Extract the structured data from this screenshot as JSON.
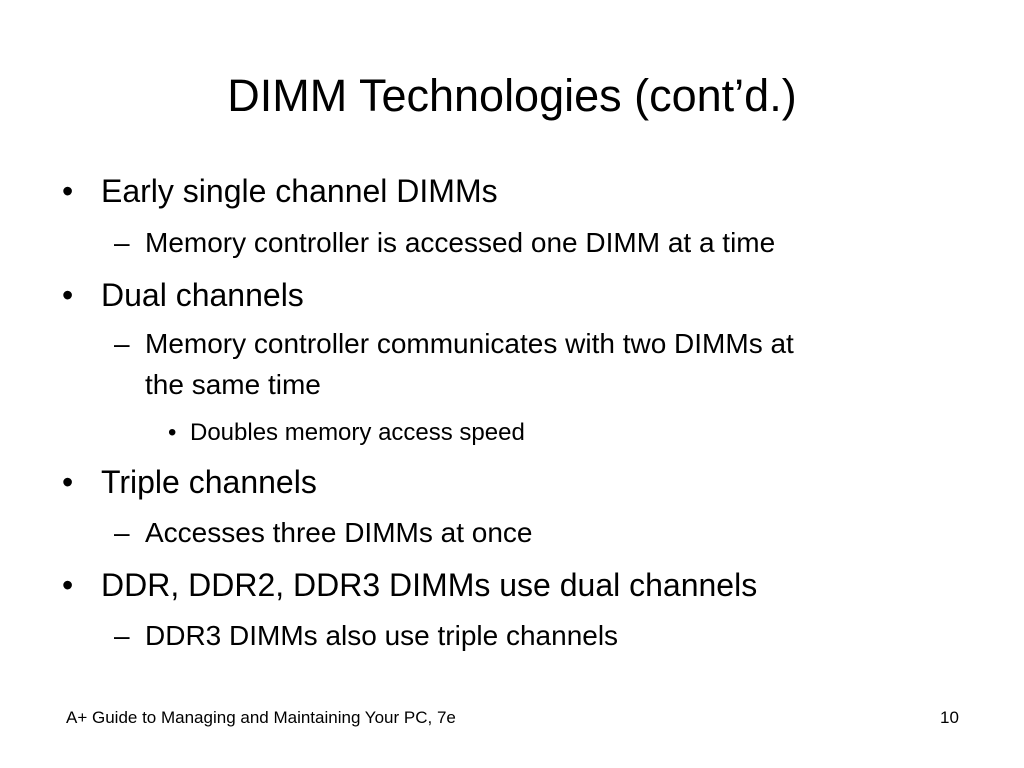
{
  "slide": {
    "title": "DIMM Technologies (cont’d.)",
    "bullets": [
      {
        "text": "Early single channel DIMMs",
        "children": [
          {
            "text": "Memory controller is accessed one DIMM at a time"
          }
        ]
      },
      {
        "text": "Dual channels",
        "children": [
          {
            "text_lines": [
              "Memory controller communicates with two DIMMs at",
              "the same time"
            ],
            "children": [
              {
                "text": "Doubles memory access speed"
              }
            ]
          }
        ]
      },
      {
        "text": "Triple channels",
        "children": [
          {
            "text": "Accesses three DIMMs at once"
          }
        ]
      },
      {
        "text": "DDR, DDR2, DDR3 DIMMs use dual channels",
        "children": [
          {
            "text": "DDR3 DIMMs also use triple channels"
          }
        ]
      }
    ],
    "markers": {
      "bullet": "•",
      "dash": "–"
    },
    "footer": {
      "left": "A+ Guide to Managing and Maintaining Your PC, 7e",
      "page_number": "10"
    }
  }
}
